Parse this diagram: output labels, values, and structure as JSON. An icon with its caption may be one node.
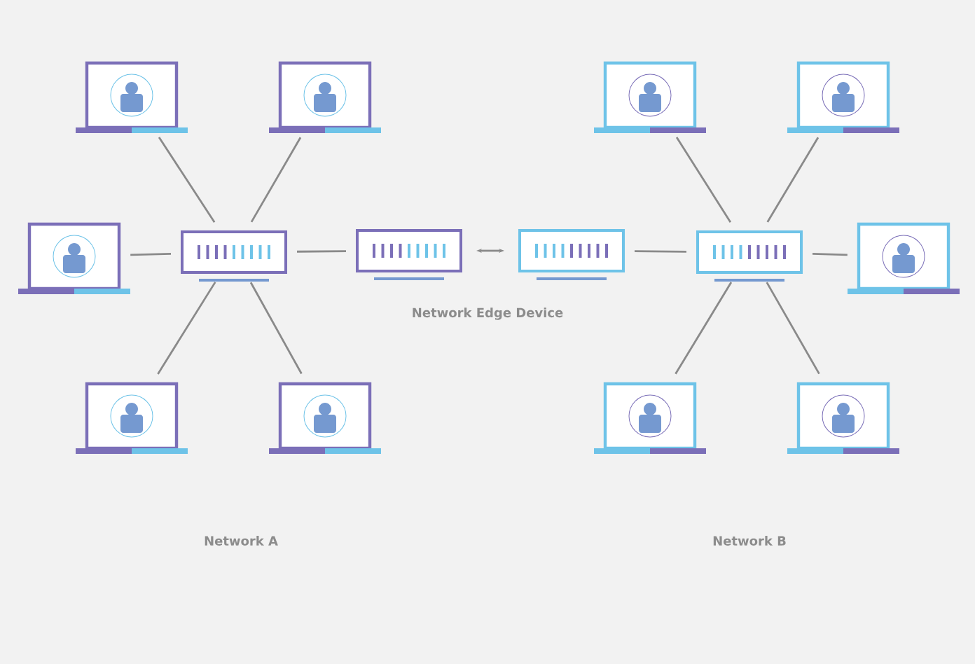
{
  "diagram": {
    "nodes": [
      {
        "text": [],
        "shape": "laptop"
      },
      {
        "text": [],
        "shape": "laptop"
      },
      {
        "text": [],
        "shape": "laptop"
      },
      {
        "text": [],
        "shape": "laptop"
      },
      {
        "text": [],
        "shape": "laptop"
      },
      {
        "text": [],
        "shape": "switch"
      },
      {
        "text": [],
        "shape": "switch"
      },
      {
        "text": [],
        "shape": "switch"
      },
      {
        "text": [],
        "shape": "switch"
      },
      {
        "text": [],
        "shape": "laptop"
      },
      {
        "text": [],
        "shape": "laptop"
      },
      {
        "text": [],
        "shape": "laptop"
      },
      {
        "text": [],
        "shape": "laptop"
      },
      {
        "text": [],
        "shape": "laptop"
      }
    ],
    "edges": [
      {
        "from": 0,
        "to": 5,
        "arrow": "none"
      },
      {
        "from": 1,
        "to": 5,
        "arrow": "none"
      },
      {
        "from": 4,
        "to": 5,
        "arrow": "none"
      },
      {
        "from": 5,
        "to": 6,
        "arrow": "none"
      },
      {
        "from": 10,
        "to": 5,
        "arrow": "none"
      },
      {
        "from": 11,
        "to": 5,
        "arrow": "none"
      },
      {
        "from": 6,
        "to": 7,
        "arrow": "both"
      },
      {
        "from": 2,
        "to": 8,
        "arrow": "none"
      },
      {
        "from": 3,
        "to": 8,
        "arrow": "none"
      },
      {
        "from": 7,
        "to": 8,
        "arrow": "none"
      },
      {
        "from": 8,
        "to": 9,
        "arrow": "none"
      },
      {
        "from": 12,
        "to": 8,
        "arrow": "none"
      },
      {
        "from": 13,
        "to": 8,
        "arrow": "none"
      }
    ],
    "labels": [
      "Network Edge Device",
      "Network A",
      "Network B"
    ]
  }
}
